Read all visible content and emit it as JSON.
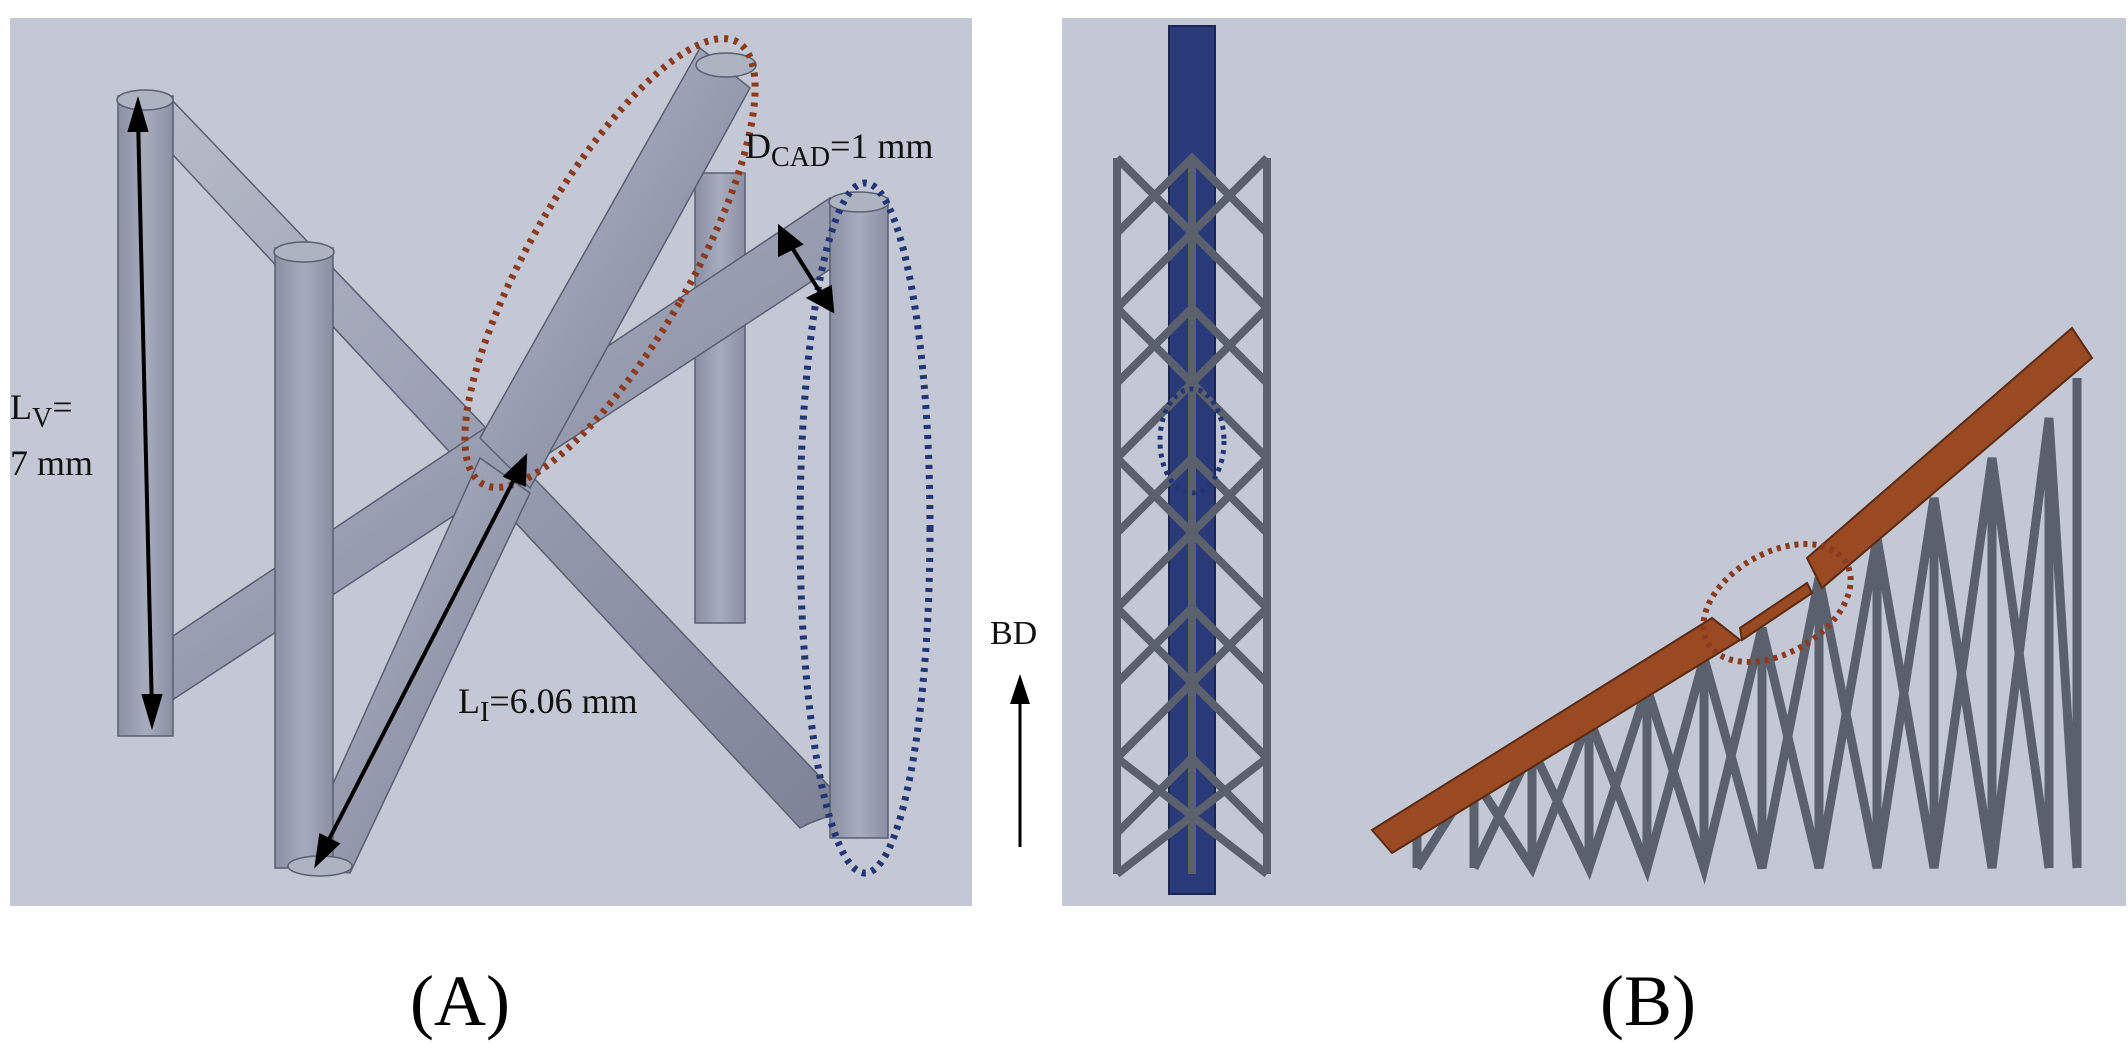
{
  "panel_a": {
    "caption": "(A)",
    "labels": {
      "lv_sym": "L",
      "lv_sub": "V",
      "lv_eq": "=",
      "lv_val": "7 mm",
      "dcad_sym": "D",
      "dcad_sub": "CAD",
      "dcad_val": "=1 mm",
      "li_sym": "L",
      "li_sub": "I",
      "li_val": "=6.06 mm"
    }
  },
  "panel_b": {
    "caption": "(B)",
    "build_direction_label": "BD"
  },
  "colors": {
    "background": "#c3c8d4",
    "strut": "#9aa0b2",
    "orange_highlight": "#8b3a1e",
    "blue_highlight": "#233574",
    "orange_plate": "#9a4a22",
    "blue_column": "#2a3a78"
  }
}
